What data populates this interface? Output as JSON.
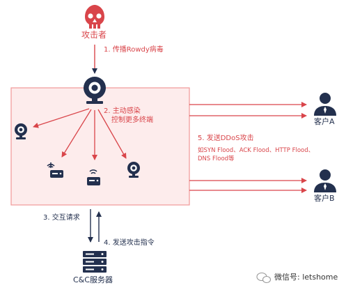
{
  "colors": {
    "accent": "#d9454a",
    "icon": "#23304e",
    "box_fill": "#fdecec",
    "box_border": "#f19898"
  },
  "attacker": {
    "label": "攻击者",
    "icon": "skull-icon"
  },
  "steps": {
    "s1": "1. 传播Rowdy病毒",
    "s2a": "2. 主动感染",
    "s2b": "控制更多终端",
    "s3": "3. 交互请求",
    "s4": "4. 发送攻击指令",
    "s5": "5. 发送DDoS攻击",
    "s5_detail_a": "如SYN Flood、ACK Flood、HTTP Flood、",
    "s5_detail_b": "DNS Flood等"
  },
  "clients": {
    "a": "客户A",
    "b": "客户B"
  },
  "server": {
    "label": "C&C服务器"
  },
  "watermark": {
    "text": "微信号: letshome"
  }
}
